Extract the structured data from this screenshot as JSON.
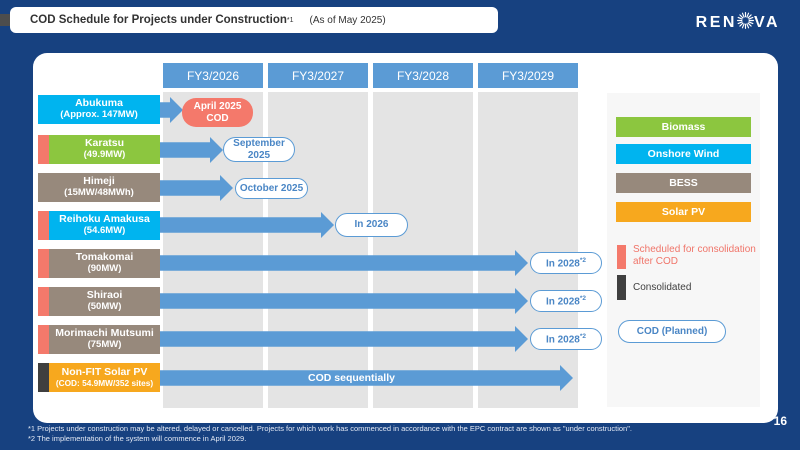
{
  "slide": {
    "title": {
      "text": "COD Schedule for Projects under Construction",
      "sup": "*1",
      "asof": "(As of May 2025)"
    },
    "logo": {
      "left": "REN",
      "right": "VA"
    },
    "footnotes": {
      "note1": "*1 Projects under construction may be altered, delayed or cancelled. Projects for which work has commenced in accordance with the EPC contract are shown as \"under construction\".",
      "note2": "*2 The implementation of the system will commence in April 2029."
    },
    "page_number": "16",
    "colors": {
      "background_navy": "#174180",
      "timeline_blue": "#5b9bd5",
      "column_band_gray": "#e4e4e4",
      "biomass_green": "#8cc63f",
      "onshore_wind_cyan": "#00b4ef",
      "bess_brown": "#97897c",
      "solar_pv_orange": "#f7a81e",
      "scheduled_salmon": "#f4796b",
      "consolidated_dark": "#3f3f3f",
      "cod_pill_text_blue": "#4a86c5"
    }
  },
  "chart_data": {
    "type": "bar",
    "subtype": "gantt-schedule-timeline",
    "title": "COD Schedule for Projects under Construction (As of May 2025)",
    "x_categories": [
      "FY3/2026",
      "FY3/2027",
      "FY3/2028",
      "FY3/2029"
    ],
    "projects": [
      {
        "name": "Abukuma",
        "capacity": "(Approx. 147MW)",
        "category": "Onshore Wind",
        "consolidation": null,
        "cod": {
          "style": "filled",
          "line1": "April 2025",
          "line2": "COD"
        }
      },
      {
        "name": "Karatsu",
        "capacity": "(49.9MW)",
        "category": "Biomass",
        "consolidation": "scheduled",
        "cod": {
          "style": "outline",
          "line1": "September",
          "line2": "2025"
        }
      },
      {
        "name": "Himeji",
        "capacity": "(15MW/48MWh)",
        "category": "BESS",
        "consolidation": null,
        "cod": {
          "style": "outline",
          "line1": "October 2025"
        }
      },
      {
        "name": "Reihoku Amakusa",
        "capacity": "(54.6MW)",
        "category": "Onshore Wind",
        "consolidation": "scheduled",
        "cod": {
          "style": "outline",
          "line1": "In 2026"
        }
      },
      {
        "name": "Tomakomai",
        "capacity": "(90MW)",
        "category": "BESS",
        "consolidation": "scheduled",
        "cod": {
          "style": "outline",
          "line1": "In 2028",
          "sup": "*2"
        }
      },
      {
        "name": "Shiraoi",
        "capacity": "(50MW)",
        "category": "BESS",
        "consolidation": "scheduled",
        "cod": {
          "style": "outline",
          "line1": "In 2028",
          "sup": "*2"
        }
      },
      {
        "name": "Morimachi Mutsumi",
        "capacity": "(75MW)",
        "category": "BESS",
        "consolidation": "scheduled",
        "cod": {
          "style": "outline",
          "line1": "In 2028",
          "sup": "*2"
        }
      },
      {
        "name": "Non-FIT Solar PV",
        "capacity": "(COD: 54.9MW/352 sites)",
        "category": "Solar PV",
        "consolidation": "consolidated",
        "arrow_label": "COD sequentially"
      }
    ],
    "legend": {
      "categories": [
        {
          "label": "Biomass",
          "color": "#8cc63f"
        },
        {
          "label": "Onshore Wind",
          "color": "#00b4ef"
        },
        {
          "label": "BESS",
          "color": "#97897c"
        },
        {
          "label": "Solar PV",
          "color": "#f7a81e"
        }
      ],
      "scheduled_label": "Scheduled for consolidation after COD",
      "scheduled_color": "#f4796b",
      "consolidated_label": "Consolidated",
      "consolidated_color": "#3f3f3f",
      "cod_planned_label": "COD (Planned)"
    }
  }
}
